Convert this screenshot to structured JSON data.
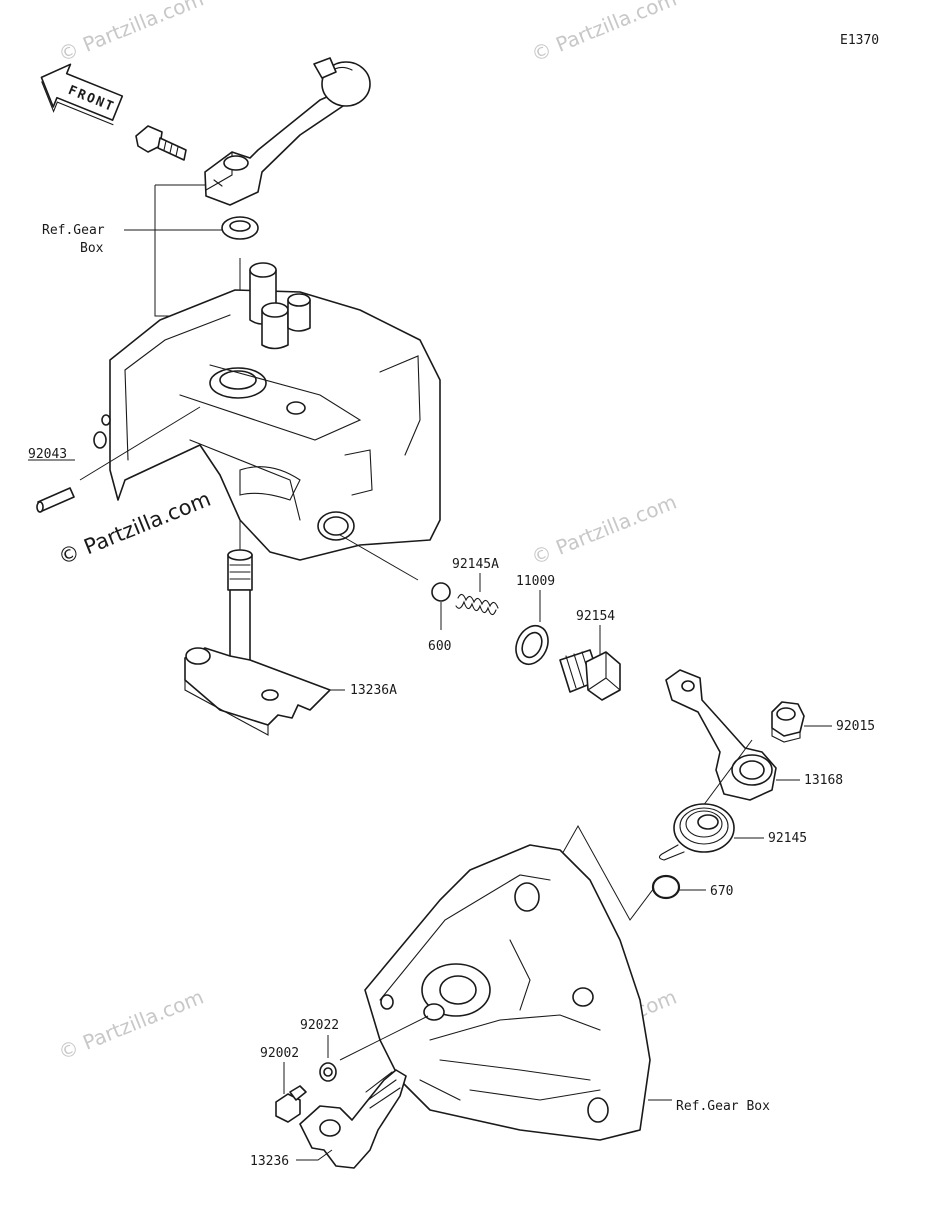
{
  "diagram": {
    "code": "E1370",
    "front_label": "FRONT",
    "parts": [
      {
        "id": "ref-gear-box-top",
        "label_line1": "Ref.Gear",
        "label_line2": "Box"
      },
      {
        "id": "92043",
        "label": "92043"
      },
      {
        "id": "92145A",
        "label": "92145A"
      },
      {
        "id": "11009",
        "label": "11009"
      },
      {
        "id": "92154",
        "label": "92154"
      },
      {
        "id": "600",
        "label": "600"
      },
      {
        "id": "13236A",
        "label": "13236A"
      },
      {
        "id": "92015",
        "label": "92015"
      },
      {
        "id": "13168",
        "label": "13168"
      },
      {
        "id": "92145",
        "label": "92145"
      },
      {
        "id": "670",
        "label": "670"
      },
      {
        "id": "92022",
        "label": "92022"
      },
      {
        "id": "92002",
        "label": "92002"
      },
      {
        "id": "ref-gear-box-bottom",
        "label": "Ref.Gear Box"
      },
      {
        "id": "13236",
        "label": "13236"
      }
    ]
  },
  "watermark": {
    "text": "© Partzilla.com"
  }
}
